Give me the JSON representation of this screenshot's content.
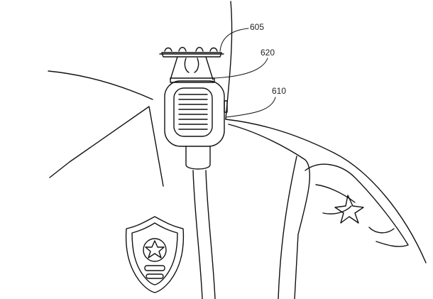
{
  "labels": {
    "drone": "605",
    "mount": "620",
    "microphone": "610"
  }
}
